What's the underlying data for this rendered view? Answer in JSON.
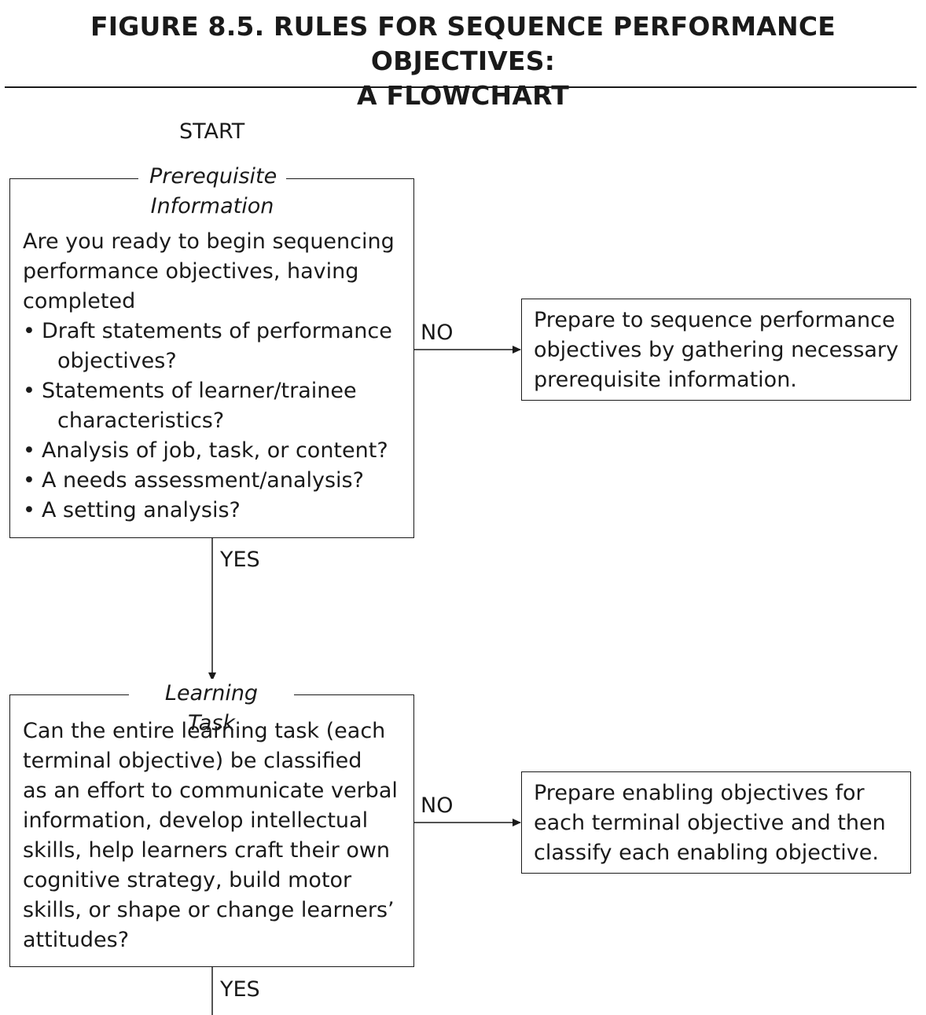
{
  "figure": {
    "title_line1": "FIGURE 8.5. RULES FOR SEQUENCE PERFORMANCE OBJECTIVES:",
    "title_line2": "A FLOWCHART"
  },
  "start_label": "START",
  "box1": {
    "title_line1": "Prerequisite",
    "title_line2": "Information",
    "question_lines": [
      "Are you ready to begin sequencing",
      "performance objectives, having",
      "completed"
    ],
    "bullets": [
      {
        "line1": "Draft statements of performance",
        "line2": "objectives?"
      },
      {
        "line1": "Statements of learner/trainee",
        "line2": "characteristics?"
      },
      {
        "line1": "Analysis of job, task, or content?"
      },
      {
        "line1": "A needs assessment/analysis?"
      },
      {
        "line1": "A setting analysis?"
      }
    ],
    "bullet_glyph": "•",
    "no_label": "NO",
    "yes_label": "YES"
  },
  "box1_no_result": {
    "lines": [
      "Prepare to sequence performance",
      "objectives by gathering necessary",
      "prerequisite information."
    ]
  },
  "box2": {
    "title": "Learning Task",
    "question_lines": [
      "Can the entire learning task (each",
      "terminal objective) be classified",
      "as an effort to communicate verbal",
      "information, develop intellectual",
      "skills, help learners craft their own",
      "cognitive strategy, build motor",
      "skills, or shape or change learners’",
      "attitudes?"
    ],
    "no_label": "NO",
    "yes_label": "YES"
  },
  "box2_no_result": {
    "lines": [
      "Prepare enabling objectives for",
      "each terminal objective and then",
      "classify each enabling objective."
    ]
  }
}
